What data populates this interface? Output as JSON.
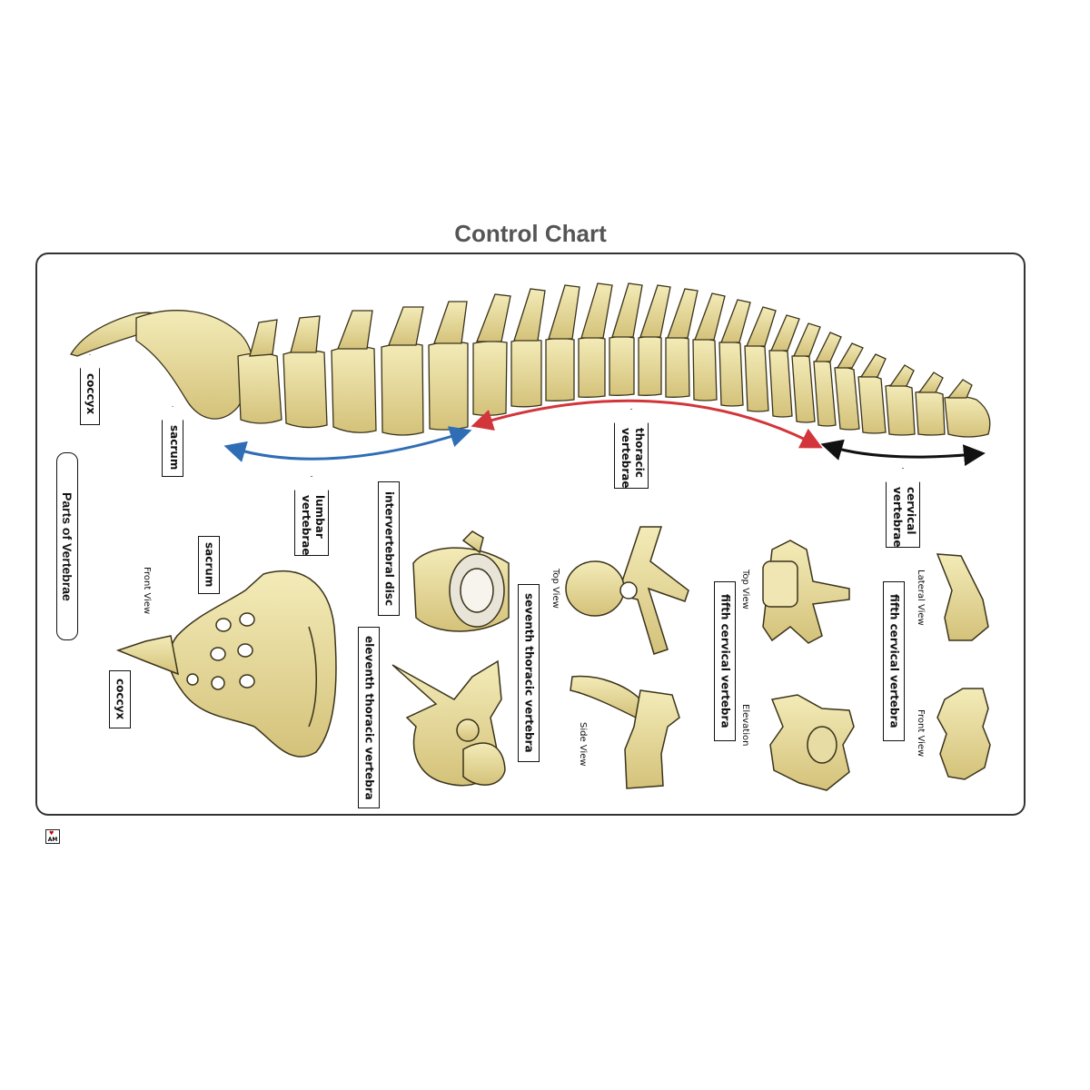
{
  "title": "Control Chart",
  "spine_labels": {
    "coccyx": "coccyx",
    "sacrum": "sacrum",
    "lumbar": "lumbar\nvertebrae",
    "thoracic": "thoracic\nvertebrae",
    "cervical": "cervical\nvertebrae"
  },
  "section_title": "Parts of Vertebrae",
  "part_labels": {
    "sacrum": "sacrum",
    "coccyx": "coccyx",
    "intervertebral_disc": "intervertebral disc",
    "eleventh_thoracic": "eleventh thoracic vertebra",
    "seventh_thoracic": "seventh thoracic vertebra",
    "fifth_cervical_a": "fifth cervical vertebra",
    "fifth_cervical_b": "fifth cervical vertebra"
  },
  "view_labels": {
    "front_view_sacrum": "Front View",
    "top_view_thoracic": "Top View",
    "side_view_thoracic": "Side View",
    "top_view_cervical": "Top View",
    "elevation_cervical": "Elevation",
    "lateral_view": "Lateral View",
    "front_view_right": "Front View"
  },
  "logo_text": "AM",
  "colors": {
    "bone": "#e8dc9a",
    "bone_shadow": "#c9b870",
    "lumbar_arrow": "#2f6db5",
    "thoracic_arrow": "#d2353a",
    "cervical_arrow": "#111111",
    "title": "#555555"
  }
}
